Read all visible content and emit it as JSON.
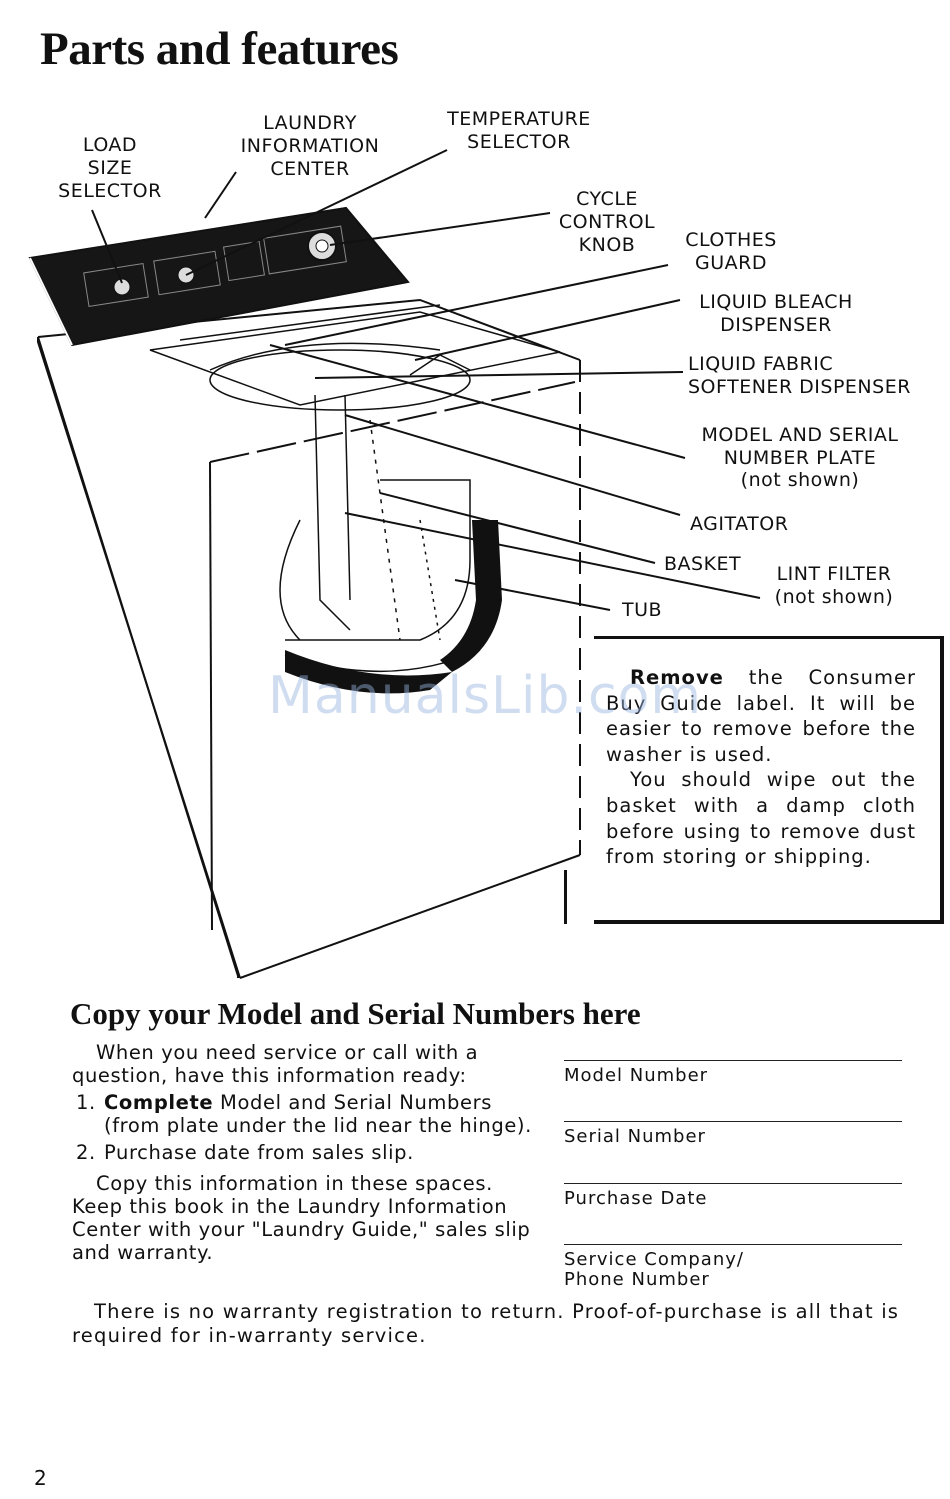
{
  "page_title": "Parts and features",
  "callouts": {
    "load_size_selector": "LOAD\nSIZE\nSELECTOR",
    "laundry_information_center": "LAUNDRY\nINFORMATION\nCENTER",
    "temperature_selector": "TEMPERATURE\nSELECTOR",
    "cycle_control_knob": "CYCLE\nCONTROL\nKNOB",
    "clothes_guard": "CLOTHES\nGUARD",
    "liquid_bleach_dispenser": "LIQUID BLEACH\nDISPENSER",
    "liquid_fabric_softener_dispenser": "LIQUID FABRIC\nSOFTENER DISPENSER",
    "model_serial_plate": "MODEL AND SERIAL\nNUMBER PLATE",
    "model_serial_plate_note": "(not shown)",
    "agitator": "AGITATOR",
    "basket": "BASKET",
    "lint_filter": "LINT FILTER",
    "lint_filter_note": "(not shown)",
    "tub": "TUB"
  },
  "note": {
    "p1_bold": "Remove",
    "p1_rest": " the Consumer Buy Guide label. It will be easier to remove before the washer is used.",
    "p2": "You should wipe out the basket with a damp cloth before using to remove dust from storing or shipping."
  },
  "watermark": "ManualsLib.com",
  "copy_section": {
    "heading": "Copy your Model and Serial Numbers here",
    "intro": "When you need service or call with a question, have this information ready:",
    "steps": [
      {
        "num": "1.",
        "bold": "Complete",
        "text": " Model and Serial Numbers (from plate under the lid near the hinge)."
      },
      {
        "num": "2.",
        "bold": "",
        "text": "Purchase date from sales slip."
      }
    ],
    "outro": "Copy this information in these spaces. Keep this book in the Laundry Information Center with your \"Laundry Guide,\" sales slip and warranty.",
    "fields": [
      "Model Number",
      "Serial Number",
      "Purchase Date",
      "Service Company/\nPhone Number"
    ]
  },
  "footer": "There is no warranty registration to return. Proof-of-purchase is all that is required for in-warranty service.",
  "page_number": "2"
}
